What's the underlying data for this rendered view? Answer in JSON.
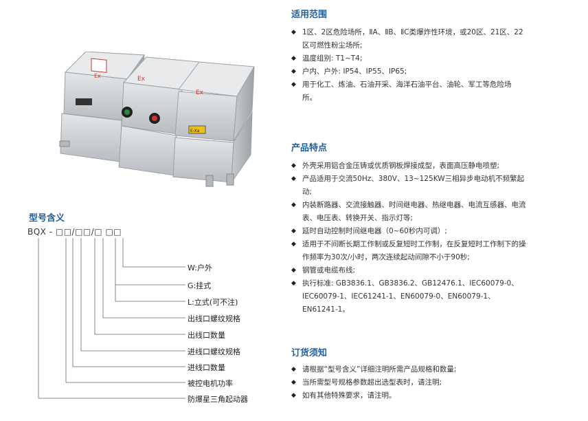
{
  "model_section": {
    "title": "型号含义",
    "model_code": "BQX - □□/□□/□ □□",
    "labels": [
      "W:户外",
      "G:挂式",
      "L:立式(可不注)",
      "出线口螺纹规格",
      "出线口数量",
      "进线口螺纹规格",
      "进线口数量",
      "被控电机功率",
      "防爆星三角起动器"
    ]
  },
  "product_image": {
    "marks": [
      "Ex",
      "Ex",
      "Ex",
      "E-Xa"
    ]
  },
  "scope": {
    "title": "适用范围",
    "items": [
      "1区、2区危险场所，ⅡA、ⅡB、ⅡC类爆炸性环境，或20区、21区、22区可燃性粉尘场所;",
      "温度组别: T1~T4;",
      "户内、户外: IP54、IP55、IP65;",
      "用于化工、炼油、石油开采、海洋石油平台、油轮、军工等危险场所。"
    ]
  },
  "features": {
    "title": "产品特点",
    "items": [
      "外壳采用铝合金压铸或优质钢板焊接成型，表面高压静电喷塑;",
      "产品适用于交流50Hz、380V、13~125KW三相异步电动机不频繁起动;",
      "内装断路器、交流接触器、时间继电器、热继电器、电流互感器、电流表、电压表、转换开关、指示灯等;",
      "延时自动控制时间继电器（0~60秒内可调）;",
      "适用于不间断长期工作制或反复短时工作制，在反复短时工作制下的操作频率为30次/小时，两次连续起动间隙不小于90秒;",
      "钢管或电缆布线;",
      "执行标准: GB3836.1、GB3836.2、GB12476.1、IEC60079-0、IEC60079-1、IEC61241-1、EN60079-0、EN60079-1、EN61241-1。"
    ]
  },
  "ordering": {
    "title": "订货须知",
    "items": [
      "请根据“型号含义”详细注明所需产品规格和数量;",
      "当所需型号规格参数超出选型表时，请注明;",
      "如有其他特殊要求，请注明。"
    ]
  },
  "colors": {
    "heading": "#1f5f9e",
    "enclosure": "#d6d9db",
    "ex_mark": "#d0342c"
  }
}
